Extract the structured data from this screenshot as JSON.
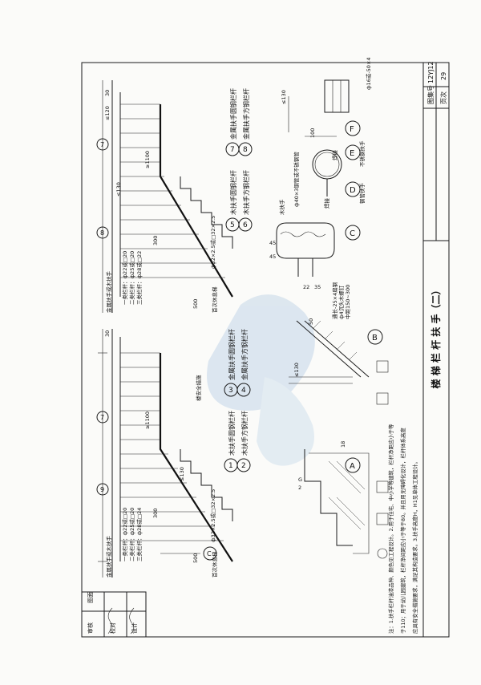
{
  "sheet": {
    "title": "楼 梯 栏 杆 扶 手（二）",
    "atlas_label": "图集号",
    "atlas_no": "12YJ12",
    "page_label": "页次",
    "page_no": "29"
  },
  "signature_column": {
    "labels": [
      "审核",
      "校对",
      "设计"
    ],
    "stamp_text": "图面"
  },
  "notes": {
    "line1": "注：1.扶手栏杆油漆品种、颜色见工程设计。2.用于住宅、中小学等建筑，栏杆净距应小于等",
    "line2": "于110；用于幼儿园建筑，栏杆净间距应小于等于80。并且用无障碍化设计，栏杆体系高度",
    "line3": "应具有安全措施要求，满足其构造要求。3.扶手高度H，H1见单体工程设计。"
  },
  "left_stair": {
    "top_label": "金属扶手或木扶手",
    "spec_lines": [
      "一类栏杆：ф22或□20",
      "二类栏杆：ф25或□20",
      "三类栏杆：ф28或□24"
    ],
    "dim_500": "500",
    "dim_300": "300",
    "dim_1100": "≥1100",
    "dim_130": "≤130",
    "dim_30": "30",
    "pipe_spec": "ф32×2.5或□32×2.5",
    "floor_note": "首次休息梯",
    "safety_note": "楼安全措施",
    "marker_top": "7",
    "marker_side": "9",
    "marker_c": "C"
  },
  "right_stair": {
    "top_label": "金属扶手或木扶手",
    "spec_lines": [
      "一类栏杆：ф22或□20",
      "二类栏杆：ф25或□20",
      "三类栏杆：ф28或□22"
    ],
    "dim_500": "500",
    "dim_300": "300",
    "dim_1100": "≥1100",
    "dim_130": "≤130",
    "dim_30": "30",
    "dim_120": "≤120",
    "pipe_spec": "ф32×2.5或□32×2.5",
    "floor_note": "首次休息梯",
    "marker_top": "7",
    "marker_side": "8"
  },
  "legend_left": [
    {
      "num": "1",
      "text": "木扶手圆钢栏杆"
    },
    {
      "num": "2",
      "text": "木扶手方钢栏杆"
    },
    {
      "num": "3",
      "text": "金属扶手圆钢栏杆"
    },
    {
      "num": "4",
      "text": "金属扶手方钢栏杆"
    }
  ],
  "legend_right": [
    {
      "num": "5",
      "text": "木扶手圆钢栏杆"
    },
    {
      "num": "6",
      "text": "木扶手方钢栏杆"
    },
    {
      "num": "7",
      "text": "金属扶手圆钢栏杆"
    },
    {
      "num": "8",
      "text": "金属扶手方钢栏杆"
    }
  ],
  "details": {
    "A": "A",
    "B": "B",
    "C": "C",
    "D": "D",
    "E": "E",
    "F": "F",
    "D_label": "钢管扶手",
    "E_label": "不锈钢扶手",
    "C_wood": "木扶手",
    "C_dims": [
      "35",
      "22",
      "45",
      "45"
    ],
    "C_spec": "ф40×3钢管或不锈钢管",
    "flat_bar": "通长-25×4扁钢",
    "screw_note": "ф4沉头木螺钉",
    "screw_note2": "中距150~300",
    "weld": "焊接",
    "weld2": "焊接",
    "F_spec": "ф16或-50×4",
    "F_dim": "≤130",
    "F_100": "100",
    "A_g": "G",
    "A_2": "2",
    "A_18": "18",
    "B_130": "≤130",
    "B_50": "50"
  }
}
